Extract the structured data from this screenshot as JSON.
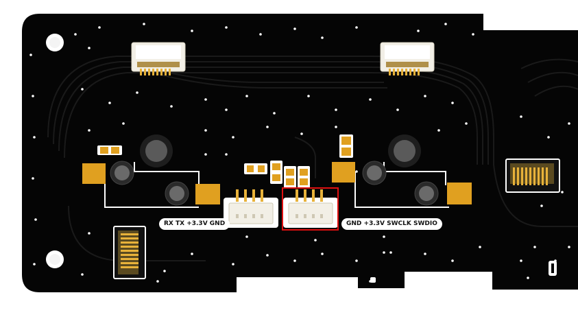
{
  "board": {
    "connector_labels": {
      "uart": "RX TX +3.3V GND",
      "swd": "GND +3.3V SWCLK SWDIO"
    },
    "highlight": {
      "target": "swd-connector",
      "color": "#e01010"
    },
    "colors": {
      "pcb": "#050505",
      "trace": "#181818",
      "silkscreen": "#ffffff",
      "pad_gold": "#e0a020",
      "connector_body": "#f2efe6"
    }
  }
}
